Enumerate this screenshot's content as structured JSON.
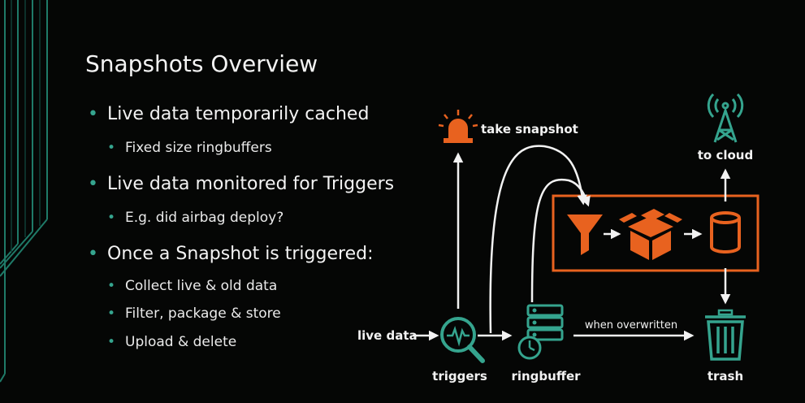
{
  "slide": {
    "title": "Snapshots Overview",
    "bullets": [
      {
        "text": "Live data temporarily cached",
        "sub": [
          "Fixed size ringbuffers"
        ]
      },
      {
        "text": "Live data monitored for Triggers",
        "sub": [
          "E.g. did airbag deploy?"
        ]
      },
      {
        "text": "Once a Snapshot is triggered:",
        "sub": [
          "Collect live & old data",
          "Filter, package & store",
          "Upload & delete"
        ]
      }
    ]
  },
  "diagram": {
    "take_snapshot": "take snapshot",
    "to_cloud": "to cloud",
    "live_data": "live data",
    "triggers": "triggers",
    "ringbuffer": "ringbuffer",
    "when_overwritten": "when overwritten",
    "trash": "trash"
  },
  "colors": {
    "background": "#050605",
    "accent_teal": "#35a48e",
    "accent_orange": "#e8621f",
    "text": "#f2f2f2"
  },
  "icons": [
    "siren-icon",
    "cell-tower-icon",
    "funnel-icon",
    "boxes-icon",
    "database-cylinder-icon",
    "trigger-magnifier-icon",
    "ringbuffer-server-icon",
    "trash-icon"
  ]
}
